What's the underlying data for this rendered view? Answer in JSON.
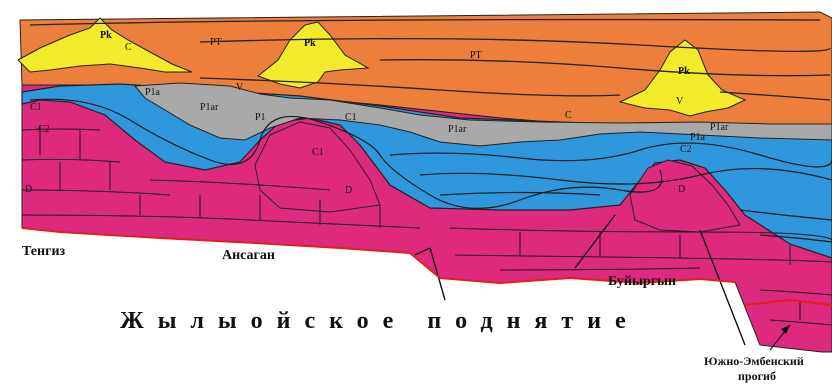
{
  "colors": {
    "permian_triassic": "#ec7f3b",
    "salt": "#f2ea2a",
    "artinskian": "#a9a9a9",
    "carboniferous": "#2f98dc",
    "devonian": "#de2a7e",
    "fault": "#111111",
    "red_line": "#e0201a"
  },
  "unit_labels": {
    "pt": "PT",
    "pk": "Pk",
    "c": "C",
    "p1ar": "P1ar",
    "p1a": "P1a",
    "p1": "P1",
    "c1": "C1",
    "c2": "C2",
    "d": "D",
    "v": "V"
  },
  "places": {
    "tengiz": "Тенгиз",
    "ansagan": "Ансаган",
    "buiyrgyn": "Буйыргын",
    "south_emba_1": "Южно-Эмбенский",
    "south_emba_2": "прогиб"
  },
  "region_title": "Жылыойское поднятие"
}
